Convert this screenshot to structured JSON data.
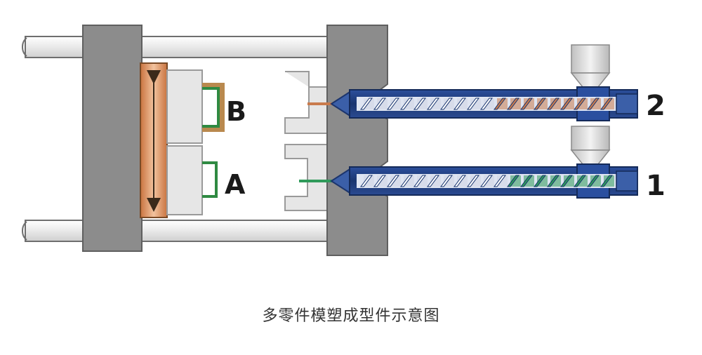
{
  "labels": {
    "mold_b": "B",
    "mold_a": "A",
    "unit_2": "2",
    "unit_1": "1"
  },
  "caption": "多零件模塑成型件示意图",
  "colors": {
    "frame_gray": "#8a8a8a",
    "frame_dark": "#5f5f5f",
    "rod_fill": "#ececec",
    "barrel_blue": "#1f3f86",
    "barrel_light": "#4f78c5",
    "material_orange": "#c97b4d",
    "material_green": "#2f9a5a",
    "outline_green": "#2f8a42",
    "outline_brown": "#b9894e",
    "hopper": "#d6d6d6",
    "plate_orange": "#d6874f"
  }
}
